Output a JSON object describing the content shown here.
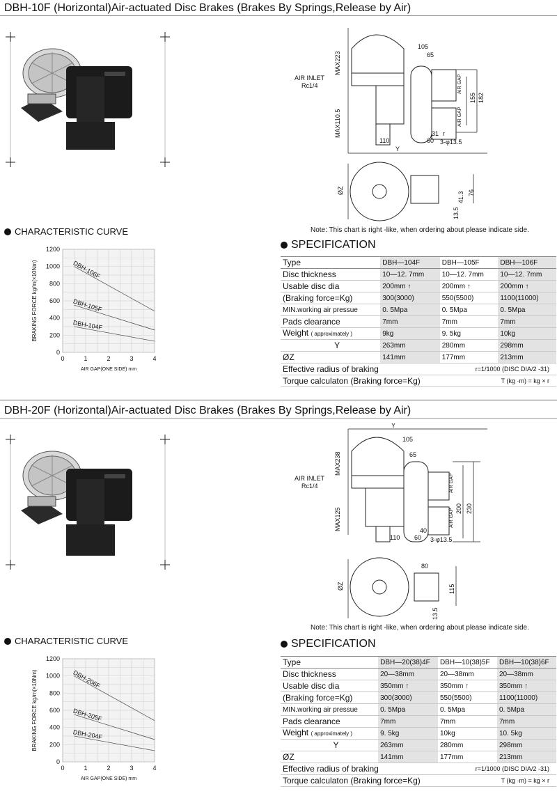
{
  "section1": {
    "title": "DBH-10F (Horizontal)Air-actuated Disc Brakes (Brakes By Springs,Release by Air)",
    "drawing": {
      "dims_top": [
        "105",
        "65",
        "MAX223",
        "MAX110.5",
        "155",
        "182",
        "110",
        "60",
        "31",
        "r",
        "3-φ13.5",
        "Y",
        "AIR GAP",
        "AIR GAP"
      ],
      "air_inlet": "AIR INLET",
      "air_inlet_thread": "Rc1/4",
      "dims_bottom": [
        "ØZ",
        "41.3",
        "76",
        "13.5"
      ]
    },
    "note": "Note: This chart is right -like, when ordering about please indicate side.",
    "curve_heading": "CHARACTERISTIC CURVE",
    "spec_heading": "SPECIFICATION",
    "spec": {
      "header": [
        "Type",
        "DBH—104F",
        "DBH—105F",
        "DBH—106F"
      ],
      "rows": [
        {
          "label": "Disc thickness",
          "values": [
            "10—12. 7mm",
            "10—12. 7mm",
            "10—12. 7mm"
          ]
        },
        {
          "label": "Usable disc dia",
          "values": [
            "200mm ↑",
            "200mm ↑",
            "200mm ↑"
          ]
        },
        {
          "label": "(Braking force=Kg)",
          "values": [
            "300(3000)",
            "550(5500)",
            "1100(11000)"
          ]
        },
        {
          "label": "MIN.working air pressue",
          "values": [
            "0. 5Mpa",
            "0. 5Mpa",
            "0. 5Mpa"
          ]
        },
        {
          "label": "Pads clearance",
          "values": [
            "7mm",
            "7mm",
            "7mm"
          ]
        },
        {
          "label": "Weight",
          "label_note": "( approximately )",
          "values": [
            "9kg",
            "9. 5kg",
            "10kg"
          ]
        },
        {
          "label": "Y",
          "values": [
            "263mm",
            "280mm",
            "298mm"
          ]
        },
        {
          "label": "ØZ",
          "values": [
            "141mm",
            "177mm",
            "213mm"
          ]
        }
      ],
      "effective_label": "Effective radius of braking",
      "effective_formula": "r=1/1000 (DISC DIA/2 -31)",
      "torque_label": "Torque calculaton (Braking force=Kg)",
      "torque_formula": "T (kg ·m) = kg × r"
    },
    "chart_data": {
      "type": "line",
      "title": "",
      "xlabel": "AIR GAP(ONE SIDE) mm",
      "ylabel": "BRAKING FORCE kg/m(×10Nm)",
      "xlim": [
        0,
        4
      ],
      "ylim": [
        0,
        1200
      ],
      "x_ticks": [
        "0",
        "1",
        "2",
        "3",
        "4"
      ],
      "y_ticks": [
        "0",
        "200",
        "400",
        "600",
        "800",
        "1000",
        "1200"
      ],
      "grid": true,
      "series": [
        {
          "name": "DBH-106F",
          "x": [
            0.5,
            4
          ],
          "y": [
            1000,
            480
          ]
        },
        {
          "name": "DBH-105F",
          "x": [
            0.5,
            4
          ],
          "y": [
            550,
            260
          ]
        },
        {
          "name": "DBH-104F",
          "x": [
            0.5,
            4
          ],
          "y": [
            300,
            130
          ]
        }
      ]
    }
  },
  "section2": {
    "title": "DBH-20F  (Horizontal)Air-actuated Disc Brakes (Brakes By Springs,Release by Air)",
    "drawing": {
      "dims_top": [
        "Y",
        "105",
        "65",
        "MAX238",
        "MAX125",
        "200",
        "230",
        "110",
        "60",
        "40",
        "3-φ13.5",
        "AIR GAP",
        "AIR GAP"
      ],
      "air_inlet": "AIR INLET",
      "air_inlet_thread": "Rc1/4",
      "dims_bottom": [
        "ØZ",
        "80",
        "115",
        "13.5"
      ]
    },
    "note": "Note: This chart is right -like, when ordering about please indicate side.",
    "curve_heading": "CHARACTERISTIC CURVE",
    "spec_heading": "SPECIFICATION",
    "spec": {
      "header": [
        "Type",
        "DBH—20(38)4F",
        "DBH—10(38)5F",
        "DBH—10(38)6F"
      ],
      "rows": [
        {
          "label": "Disc thickness",
          "values": [
            "20—38mm",
            "20—38mm",
            "20—38mm"
          ]
        },
        {
          "label": "Usable disc dia",
          "values": [
            "350mm ↑",
            "350mm ↑",
            "350mm ↑"
          ]
        },
        {
          "label": "(Braking force=Kg)",
          "values": [
            "300(3000)",
            "550(5500)",
            "1100(11000)"
          ]
        },
        {
          "label": "MIN.working air pressue",
          "values": [
            "0. 5Mpa",
            "0. 5Mpa",
            "0. 5Mpa"
          ]
        },
        {
          "label": "Pads clearance",
          "values": [
            "7mm",
            "7mm",
            "7mm"
          ]
        },
        {
          "label": "Weight",
          "label_note": "( approximately )",
          "values": [
            "9. 5kg",
            "10kg",
            "10. 5kg"
          ]
        },
        {
          "label": "Y",
          "values": [
            "263mm",
            "280mm",
            "298mm"
          ]
        },
        {
          "label": "ØZ",
          "values": [
            "141mm",
            "177mm",
            "213mm"
          ]
        }
      ],
      "effective_label": "Effective radius of braking",
      "effective_formula": "r=1/1000 (DISC DIA/2 -31)",
      "torque_label": "Torque calculaton (Braking force=Kg)",
      "torque_formula": "T (kg ·m) = kg × r"
    },
    "chart_data": {
      "type": "line",
      "title": "",
      "xlabel": "AIR GAP(ONE SIDE) mm",
      "ylabel": "BRAKING FORCE kg/m(×10Nm)",
      "xlim": [
        0,
        4
      ],
      "ylim": [
        0,
        1200
      ],
      "x_ticks": [
        "0",
        "1",
        "2",
        "3",
        "4"
      ],
      "y_ticks": [
        "0",
        "200",
        "400",
        "600",
        "800",
        "1000",
        "1200"
      ],
      "grid": true,
      "series": [
        {
          "name": "DBH-206F",
          "x": [
            0.5,
            4
          ],
          "y": [
            1000,
            480
          ]
        },
        {
          "name": "DBH-205F",
          "x": [
            0.5,
            4
          ],
          "y": [
            550,
            260
          ]
        },
        {
          "name": "DBH-204F",
          "x": [
            0.5,
            4
          ],
          "y": [
            300,
            130
          ]
        }
      ]
    }
  }
}
